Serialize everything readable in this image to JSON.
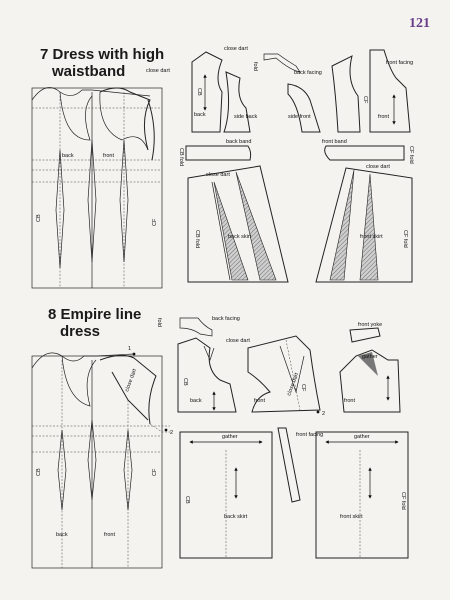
{
  "page_number": "121",
  "section7": {
    "title_line1": "7 Dress with high",
    "title_line2": "waistband",
    "labels": {
      "close_dart": "close dart",
      "back": "back",
      "front": "front",
      "cb": "CB",
      "cf": "CF",
      "side_back": "side back",
      "side_front": "side front",
      "back_facing": "back facing",
      "front_facing": "front facing",
      "fold": "fold",
      "back_band": "back band",
      "front_band": "front band",
      "cb_fold": "CB fold",
      "cf_fold": "CF fold",
      "back_skirt": "back skirt",
      "front_skirt": "front skirt"
    }
  },
  "section8": {
    "title_line1": "8 Empire line",
    "title_line2": "dress",
    "labels": {
      "close_dart": "close dart",
      "back": "back",
      "front": "front",
      "cb": "CB",
      "cf": "CF",
      "back_facing": "back facing",
      "front_yoke": "front yoke",
      "front_facing": "front facing",
      "gather": "gather",
      "back_skirt": "back skirt",
      "front_skirt": "front skirt",
      "cf_fold": "CF fold",
      "fold": "fold",
      "point1": "1",
      "point2": "2"
    }
  }
}
